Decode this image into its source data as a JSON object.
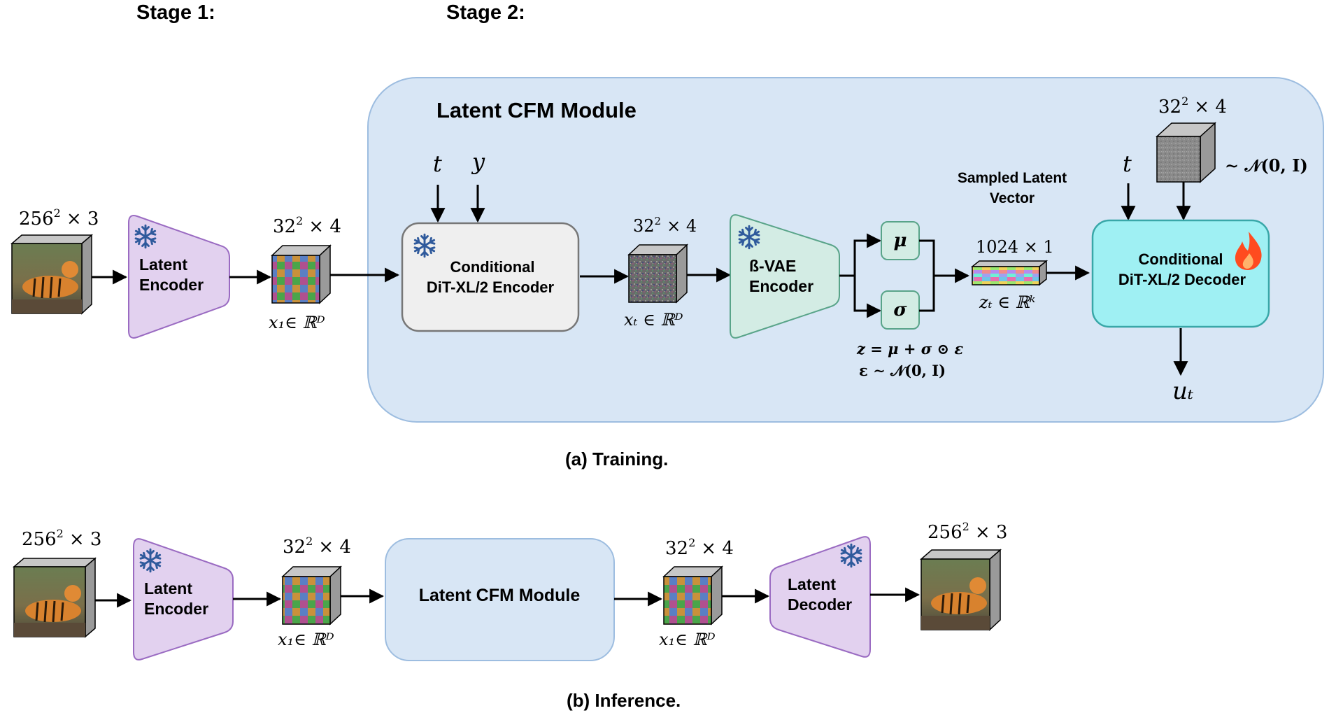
{
  "stages": {
    "stage1": "Stage 1:",
    "stage2": "Stage 2:"
  },
  "training": {
    "module_title": "Latent CFM Module",
    "input_dim_base": "256",
    "input_dim_exp": "2",
    "input_dim_rest": "× 3",
    "latent_encoder": [
      "Latent",
      "Encoder"
    ],
    "x1_dim_base": "32",
    "x1_dim_exp": "2",
    "x1_dim_rest": "× 4",
    "x1_label": "x₁∈ ℝᴰ",
    "t": "t",
    "y": "y",
    "dit_encoder": [
      "Conditional",
      "DiT-XL/2 Encoder"
    ],
    "xt_dim_base": "32",
    "xt_dim_exp": "2",
    "xt_dim_rest": "× 4",
    "xt_label": "xₜ ∈ ℝᴰ",
    "bvae_encoder": [
      "ß-VAE",
      "Encoder"
    ],
    "mu": "μ",
    "sigma": "σ",
    "z_eq": "z = μ + σ ⊙ ε",
    "eps_eq": "ε ∼ 𝒩(0, I)",
    "sampled_title": [
      "Sampled Latent",
      "Vector"
    ],
    "zt_dim": "1024 × 1",
    "zt_label": "zₜ ∈ ℝᵏ",
    "t2": "t",
    "noise_dim_base": "32",
    "noise_dim_exp": "2",
    "noise_dim_rest": "× 4",
    "noise_dist": "∼ 𝒩(0, I)",
    "dit_decoder": [
      "Conditional",
      "DiT-XL/2 Decoder"
    ],
    "ut": "uₜ",
    "caption": "(a) Training."
  },
  "inference": {
    "input_dim_base": "256",
    "input_dim_exp": "2",
    "input_dim_rest": "× 3",
    "latent_encoder": [
      "Latent",
      "Encoder"
    ],
    "x1_dim_base": "32",
    "x1_dim_exp": "2",
    "x1_dim_rest": "× 4",
    "x1_label": "x₁∈ ℝᴰ",
    "module": "Latent CFM Module",
    "x1b_dim_base": "32",
    "x1b_dim_exp": "2",
    "x1b_dim_rest": "× 4",
    "x1b_label": "x₁∈ ℝᴰ",
    "latent_decoder": [
      "Latent",
      "Decoder"
    ],
    "output_dim_base": "256",
    "output_dim_exp": "2",
    "output_dim_rest": "× 3",
    "caption": "(b) Inference."
  },
  "colors": {
    "module_bg": "#d8e6f5",
    "module_border": "#9dbde0",
    "purple_fill": "#e2d1ef",
    "purple_stroke": "#9a6bc2",
    "gray_fill": "#efefef",
    "gray_stroke": "#777777",
    "teal_fill": "#d3ece4",
    "teal_stroke": "#59a489",
    "cyan_fill": "#9ff0f3",
    "cyan_stroke": "#39a7a8",
    "snowflake": "#2f5a9c",
    "flame": "#ff4b1f"
  }
}
